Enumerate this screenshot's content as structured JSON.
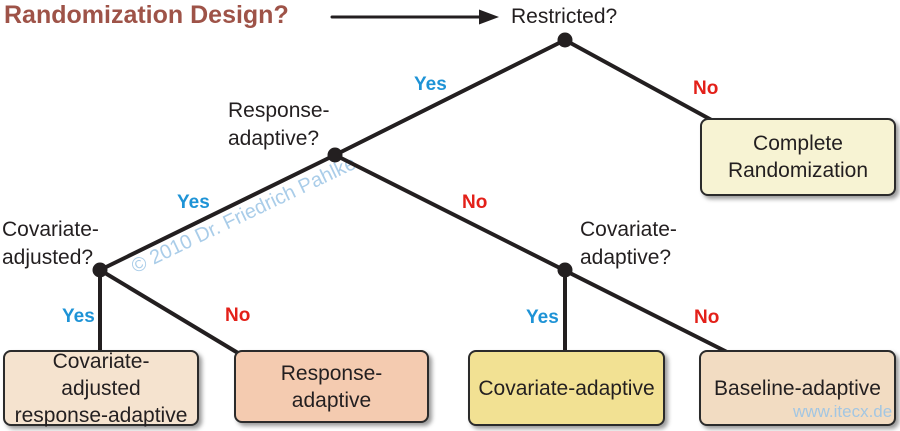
{
  "title": "Randomization Design?",
  "watermark": "© 2010 Dr. Friedrich Pahlke",
  "url": "www.itecx.de",
  "branch_labels": {
    "yes": "Yes",
    "no": "No"
  },
  "questions": {
    "restricted": "Restricted?",
    "response_adaptive": {
      "line1": "Response-",
      "line2": "adaptive?"
    },
    "covariate_adjusted": {
      "line1": "Covariate-",
      "line2": "adjusted?"
    },
    "covariate_adaptive": {
      "line1": "Covariate-",
      "line2": "adaptive?"
    }
  },
  "outcomes": {
    "complete_randomization": "Complete Randomization",
    "covariate_adjusted_response_adaptive": "Covariate-adjusted response-adaptive",
    "response_adaptive": "Response-adaptive",
    "covariate_adaptive": "Covariate-adaptive",
    "baseline_adaptive": "Baseline-adaptive"
  },
  "colors": {
    "title": "#9E5348",
    "yes": "#1E93D6",
    "no": "#E32019",
    "line": "#231F20",
    "watermark": "#AACDE9",
    "url": "#A3C6E2",
    "box_complete": "#F7F3D3",
    "box_covariate_adjusted_response_adaptive": "#F5E3CF",
    "box_response_adaptive": "#F4CBB0",
    "box_covariate_adaptive": "#F2E193",
    "box_baseline_adaptive": "#F2DCC2"
  }
}
